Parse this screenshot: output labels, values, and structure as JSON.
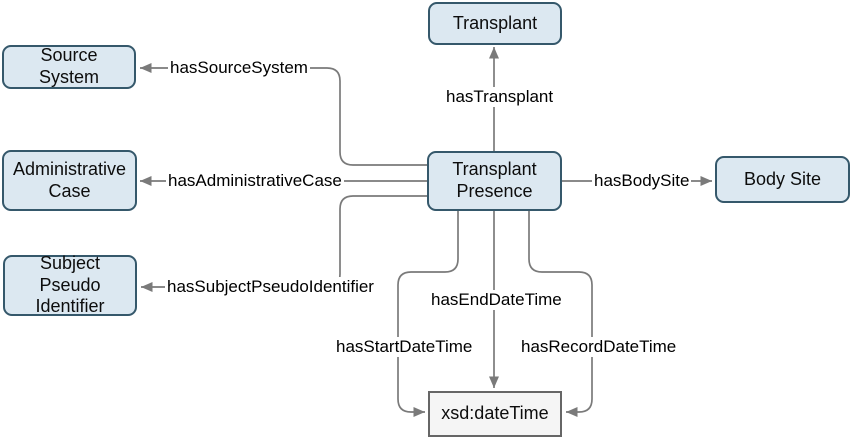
{
  "diagram": {
    "type": "ontology-class-diagram",
    "nodes": {
      "transplant": {
        "label": "Transplant"
      },
      "source_system": {
        "label": "Source System"
      },
      "administrative_case": {
        "label": "Administrative Case"
      },
      "subject_pseudo_identifier": {
        "label": "Subject Pseudo Identifier"
      },
      "transplant_presence": {
        "label": "Transplant Presence"
      },
      "body_site": {
        "label": "Body Site"
      },
      "xsd_datetime": {
        "label": "xsd:dateTime"
      }
    },
    "edges": {
      "has_transplant": {
        "label": "hasTransplant",
        "from": "transplant_presence",
        "to": "transplant"
      },
      "has_source_system": {
        "label": "hasSourceSystem",
        "from": "transplant_presence",
        "to": "source_system"
      },
      "has_administrative_case": {
        "label": "hasAdministrativeCase",
        "from": "transplant_presence",
        "to": "administrative_case"
      },
      "has_subject_pseudo_identifier": {
        "label": "hasSubjectPseudoIdentifier",
        "from": "transplant_presence",
        "to": "subject_pseudo_identifier"
      },
      "has_body_site": {
        "label": "hasBodySite",
        "from": "transplant_presence",
        "to": "body_site"
      },
      "has_start_datetime": {
        "label": "hasStartDateTime",
        "from": "transplant_presence",
        "to": "xsd_datetime"
      },
      "has_end_datetime": {
        "label": "hasEndDateTime",
        "from": "transplant_presence",
        "to": "xsd_datetime"
      },
      "has_record_datetime": {
        "label": "hasRecordDateTime",
        "from": "transplant_presence",
        "to": "xsd_datetime"
      }
    },
    "colors": {
      "class_node_fill": "#dce8f1",
      "class_node_border": "#35586b",
      "datatype_node_fill": "#f5f5f5",
      "datatype_node_border": "#666666",
      "edge_stroke": "#7a7a7a",
      "arrowhead": "#7a7a7a",
      "edge_label_background": "#ffffff",
      "text": "#000000",
      "background": "#ffffff"
    }
  }
}
